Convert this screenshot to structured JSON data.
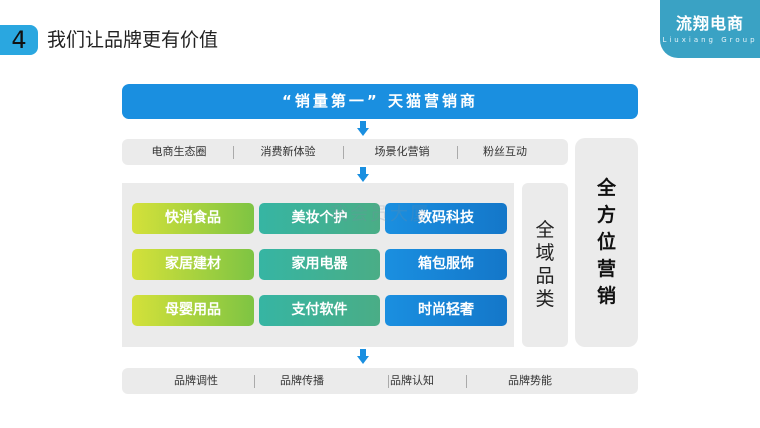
{
  "header": {
    "number": "4",
    "title": "我们让品牌更有价值",
    "logo_main": "流翔电商",
    "logo_sub": "Liuxiang Group"
  },
  "banner": {
    "text": "“销量第一” 天猫营销商"
  },
  "top_bar": {
    "items": [
      "电商生态圈",
      "消费新体验",
      "场景化营销",
      "粉丝互动"
    ]
  },
  "categories": {
    "rows": [
      [
        "快消食品",
        "美妆个护",
        "数码科技"
      ],
      [
        "家居建材",
        "家用电器",
        "箱包服饰"
      ],
      [
        "母婴用品",
        "支付软件",
        "时尚轻奢"
      ]
    ]
  },
  "side_label": {
    "chars": [
      "全",
      "域",
      "品",
      "类"
    ]
  },
  "right_label": {
    "chars": [
      "全",
      "方",
      "位",
      "营",
      "销"
    ]
  },
  "bottom_bar": {
    "items": [
      "品牌调性",
      "品牌传播",
      "品牌认知",
      "品牌势能"
    ]
  },
  "watermark": "我会员大厦",
  "colors": {
    "accent_blue": "#1a8fe0",
    "teal": "#36b5a3",
    "lime": "#c8dc3c",
    "logo_bg": "#3aa2c4",
    "panel_gray": "#ebebeb"
  }
}
